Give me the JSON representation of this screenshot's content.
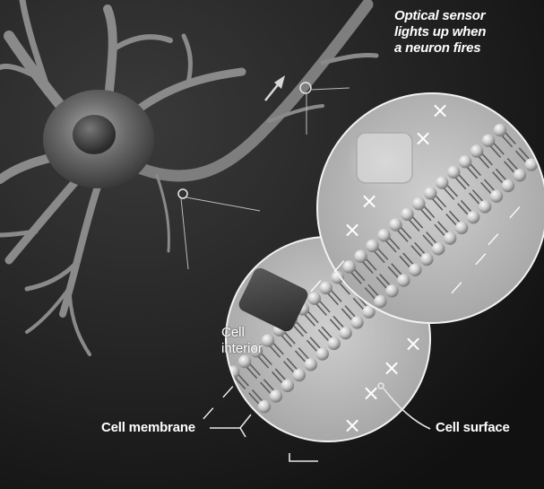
{
  "figure": {
    "caption": {
      "line1": "Optical sensor",
      "line2": "lights up when",
      "line3": "a neuron fires"
    },
    "labels": {
      "cell_interior_line1": "Cell",
      "cell_interior_line2": "interior",
      "cell_membrane": "Cell membrane",
      "cell_surface": "Cell surface"
    },
    "charge_symbols": {
      "exterior": "×",
      "interior": "—"
    }
  }
}
